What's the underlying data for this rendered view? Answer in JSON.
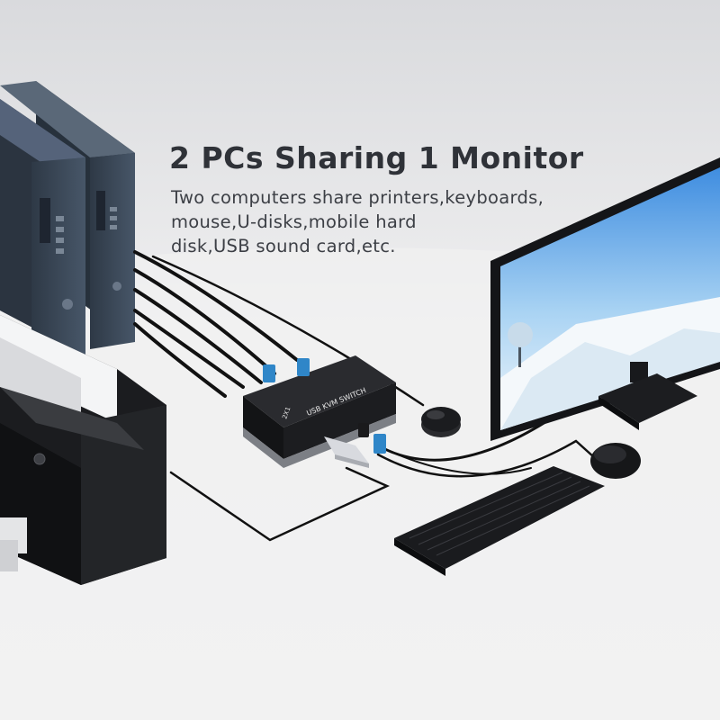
{
  "headline": "2 PCs Sharing 1 Monitor",
  "subtext_lines": [
    "Two computers share printers,keyboards,",
    "mouse,U-disks,mobile hard",
    "disk,USB sound card,etc."
  ],
  "device_label": "USB KVM SWITCH",
  "device_port_label": "2X1",
  "icons": [
    "pc-tower-icon",
    "printer-icon",
    "kvm-switch-icon",
    "monitor-icon",
    "keyboard-icon",
    "mouse-icon",
    "remote-switch-button-icon",
    "usb-stick-icon"
  ],
  "colors": {
    "background": "#ecedee",
    "headline": "#2f3238",
    "device": "#1c1d20",
    "usb_blue": "#2f86c8",
    "tower": "#3a4656"
  }
}
